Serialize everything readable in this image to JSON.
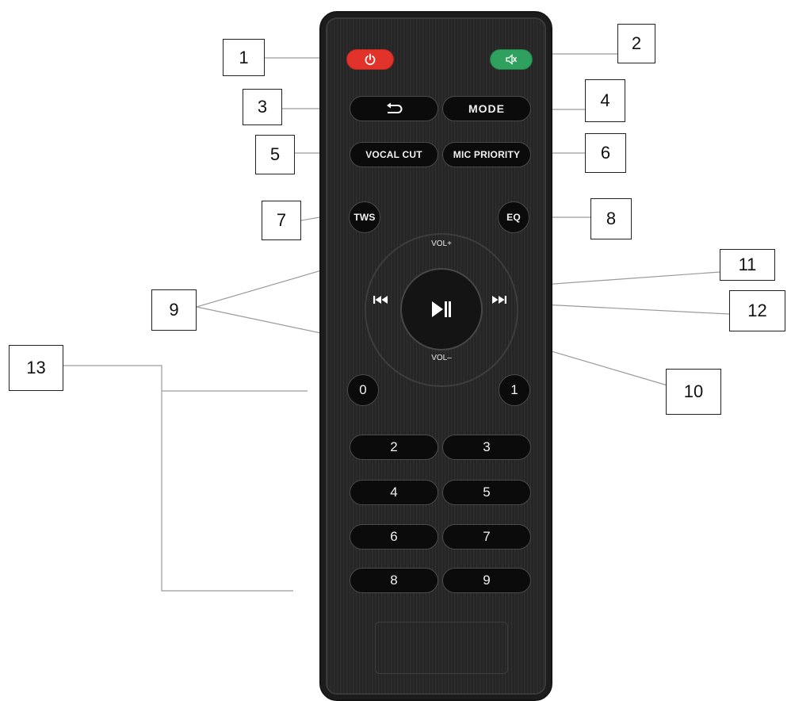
{
  "remote": {
    "buttons": {
      "back_label": "",
      "mode": "MODE",
      "vocal_cut": "VOCAL CUT",
      "mic_priority": "MIC PRIORITY",
      "tws": "TWS",
      "eq": "EQ",
      "vol_up": "VOL+",
      "vol_down": "VOL–"
    },
    "number_keys": [
      "0",
      "1",
      "2",
      "3",
      "4",
      "5",
      "6",
      "7",
      "8",
      "9"
    ],
    "colors": {
      "power": "#e2332b",
      "mute": "#2fa05d",
      "body": "#262626"
    },
    "icons": {
      "power": "power-icon",
      "mute": "mute-icon",
      "back": "return-arrow-icon",
      "play_pause": "play-pause-icon",
      "prev": "skip-previous-icon",
      "next": "skip-next-icon"
    }
  },
  "callouts": [
    "1",
    "2",
    "3",
    "4",
    "5",
    "6",
    "7",
    "8",
    "9",
    "10",
    "11",
    "12",
    "13"
  ]
}
